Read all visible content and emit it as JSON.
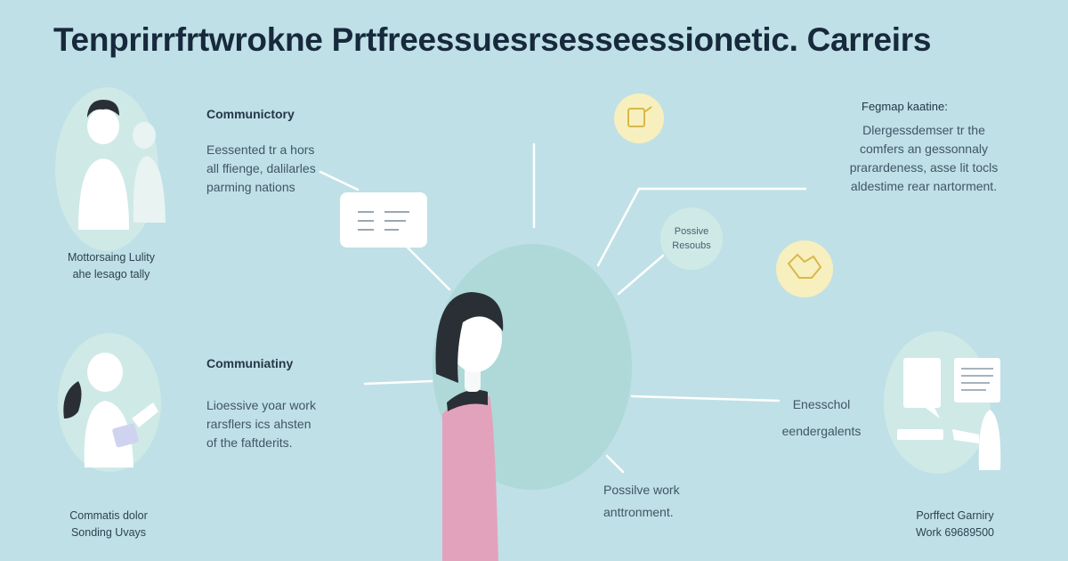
{
  "title": "Tenprirrfrtwrokne Prtfreessuesrsesseessionetic. Carreirs",
  "blocks": {
    "top_left": {
      "heading": "Communictory",
      "lines": [
        "Eessented tr a hors",
        "all ffienge, dalilarles",
        "parming nations"
      ],
      "caption": [
        "Mottorsaing Lulity",
        "ahe lesago tally"
      ]
    },
    "bottom_left": {
      "heading": "Communiatiny",
      "lines": [
        "Lioessive yoar work",
        "rarsflers ics ahsten",
        "of the faftderits."
      ],
      "caption": [
        "Commatis dolor",
        "Sonding Uvays"
      ]
    },
    "top_right": {
      "heading": "Fegmap kaatine:",
      "lines": [
        "Dlergessdemser tr the",
        "comfers an gessonnaly",
        "prarardeness, asse lit tocls",
        "aldestime rear nartorment."
      ]
    },
    "center_right": {
      "lines": [
        "Possive",
        "Resoubs"
      ]
    },
    "bottom_right": {
      "lines": [
        "Enesschol",
        "eendergalents"
      ],
      "caption": [
        "Porffect Garniry",
        "Work 69689500"
      ]
    },
    "bottom_center": {
      "lines": [
        "Possilve work",
        "anttronment."
      ]
    }
  },
  "colors": {
    "background": "#bfe0e6",
    "circle": "#cfe9e7",
    "center_circle": "#aed9d8",
    "shirt": "#e3a2bb",
    "hair": "#2a2f36",
    "icon_yellow": "#f7efbe",
    "connector": "#ffffff"
  },
  "icons": {
    "speech_bubble": "speech-bubble-icon",
    "idea_badge_top": "idea-badge-icon",
    "idea_badge_right": "handshake-badge-icon"
  }
}
